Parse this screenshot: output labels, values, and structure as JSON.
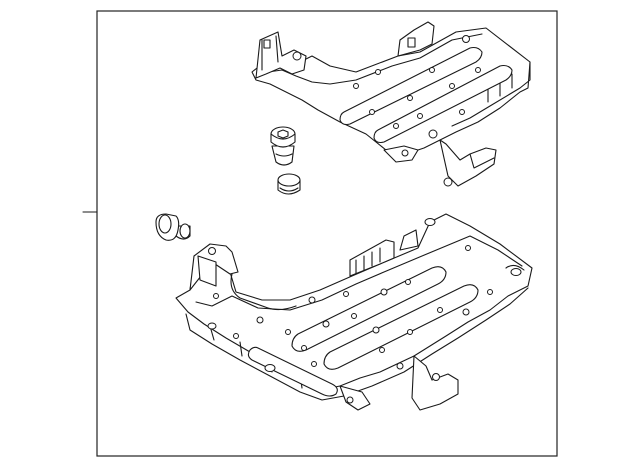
{
  "diagram": {
    "line_color": "#1a1a1a",
    "background": "#ffffff",
    "parts": [
      {
        "name": "upper-tray-bracket"
      },
      {
        "name": "bolt"
      },
      {
        "name": "bushing"
      },
      {
        "name": "rubber-grommet"
      },
      {
        "name": "lower-tray-bracket"
      }
    ]
  }
}
